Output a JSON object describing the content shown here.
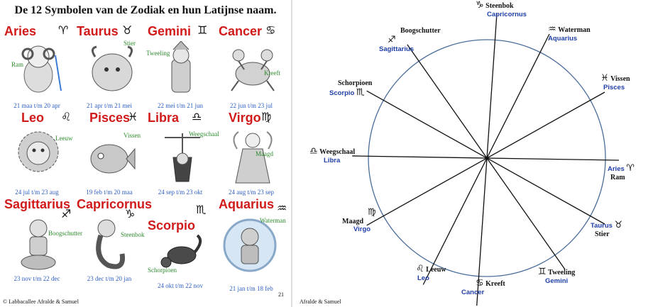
{
  "left": {
    "title": "De 12 Symbolen van de Zodiak en hun Latijnse naam.",
    "signs": [
      {
        "latin": "Aries",
        "symbol": "♈",
        "dutch": "Ram",
        "dates": "21 maa t/m 20 apr"
      },
      {
        "latin": "Taurus",
        "symbol": "♉",
        "dutch": "Stier",
        "dates": "21 apr t/m 21 mei"
      },
      {
        "latin": "Gemini",
        "symbol": "♊",
        "dutch": "Tweeling",
        "dates": "22 mei t/m 21 jun"
      },
      {
        "latin": "Cancer",
        "symbol": "♋",
        "dutch": "Kreeft",
        "dates": "22 jun t/m 23 jul"
      },
      {
        "latin": "Leo",
        "symbol": "♌",
        "dutch": "Leeuw",
        "dates": "24 jul t/m 23 aug"
      },
      {
        "latin": "Pisces",
        "symbol": "♓",
        "dutch": "Vissen",
        "dates": "19 feb t/m 20 maa"
      },
      {
        "latin": "Libra",
        "symbol": "♎",
        "dutch": "Weegschaal",
        "dates": "24 sep t/m 23 okt"
      },
      {
        "latin": "Virgo",
        "symbol": "♍",
        "dutch": "Maagd",
        "dates": "24 aug t/m 23 sep"
      },
      {
        "latin": "Sagittarius",
        "symbol": "♐",
        "dutch": "Boogschutter",
        "dates": "23 nov t/m 22 dec"
      },
      {
        "latin": "Capricornus",
        "symbol": "♑",
        "dutch": "Steenbok",
        "dates": "23 dec t/m 20 jan"
      },
      {
        "latin": "Scorpio",
        "symbol": "♏",
        "dutch": "Schorpioen",
        "dates": "24 okt t/m 22 nov"
      },
      {
        "latin": "Aquarius",
        "symbol": "♒",
        "dutch": "Waterman",
        "dates": "21 jan t/m 18 feb"
      }
    ],
    "footer_left": "© Labbacallee Afralde & Samuel",
    "page_number": "21"
  },
  "right": {
    "footer": "Afralde  & Samuel",
    "colors": {
      "circle": "#4a6d9a",
      "latin": "#1f3fa8",
      "dutch": "#111111"
    },
    "labels": [
      {
        "dutch": "Steenbok",
        "latin": "Capricornus",
        "symbol": "♑"
      },
      {
        "dutch": "Waterman",
        "latin": "Aquarius",
        "symbol": "♒"
      },
      {
        "dutch": "Vissen",
        "latin": "Pisces",
        "symbol": "♓"
      },
      {
        "dutch": "Ram",
        "latin": "Aries",
        "symbol": "♈"
      },
      {
        "dutch": "Stier",
        "latin": "Taurus",
        "symbol": "♉"
      },
      {
        "dutch": "Tweeling",
        "latin": "Gemini",
        "symbol": "♊"
      },
      {
        "dutch": "Kreeft",
        "latin": "Cancer",
        "symbol": "♋"
      },
      {
        "dutch": "Leeuw",
        "latin": "Leo",
        "symbol": "♌"
      },
      {
        "dutch": "Maagd",
        "latin": "Virgo",
        "symbol": "♍"
      },
      {
        "dutch": "Weegschaal",
        "latin": "Libra",
        "symbol": "♎"
      },
      {
        "dutch": "Schorpioen",
        "latin": "Scorpio",
        "symbol": "♏"
      },
      {
        "dutch": "Boogschutter",
        "latin": "Sagittarius",
        "symbol": "♐"
      }
    ]
  }
}
